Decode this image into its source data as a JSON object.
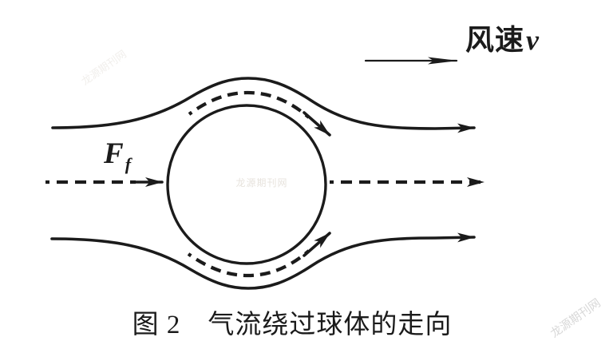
{
  "figure": {
    "type": "physics-flow-diagram",
    "wind_label_cn": "风速",
    "wind_label_var": "v",
    "force_label_base": "F",
    "force_label_sub": "f",
    "caption": "图 2　气流绕过球体的走向",
    "watermark": "龙源期刊网",
    "colors": {
      "ink": "#1b1b1b",
      "background": "#ffffff",
      "watermark": "#d8d8d8"
    }
  }
}
